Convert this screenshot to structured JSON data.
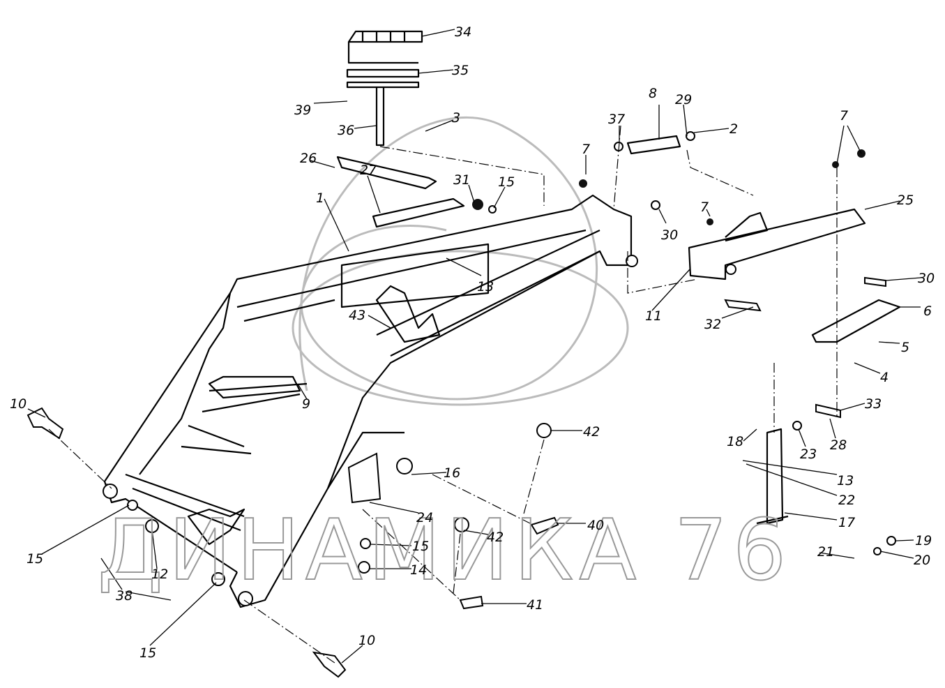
{
  "watermark": {
    "text": "ДИНАМИКА 76"
  },
  "labels": [
    "34",
    "35",
    "39",
    "36",
    "3",
    "26",
    "27",
    "1",
    "31",
    "15",
    "13",
    "43",
    "9",
    "10",
    "15",
    "12",
    "38",
    "15",
    "10",
    "42",
    "16",
    "24",
    "42",
    "15",
    "14",
    "40",
    "41",
    "8",
    "29",
    "37",
    "2",
    "7",
    "30",
    "7",
    "11",
    "32",
    "7",
    "25",
    "30",
    "6",
    "5",
    "4",
    "33",
    "18",
    "23",
    "28",
    "13",
    "22",
    "17",
    "19",
    "20",
    "21"
  ]
}
